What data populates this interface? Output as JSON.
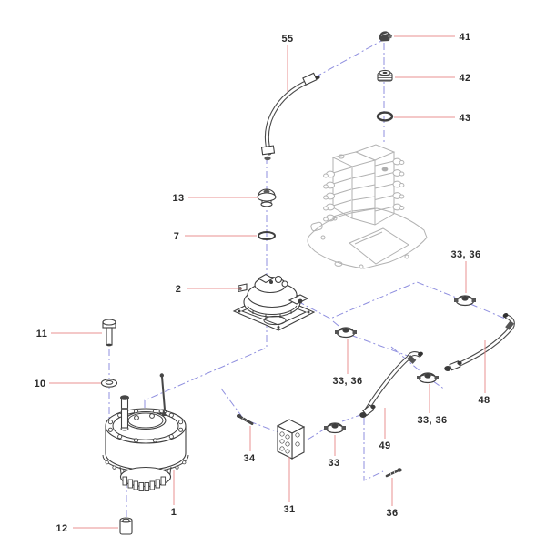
{
  "figure": {
    "background": "#ffffff"
  },
  "colors": {
    "bg": "#ffffff",
    "leader": "#e89090",
    "centerline": "#8f8fdf",
    "part": "#3f3f3f",
    "ghost": "#b2b2b2",
    "label": "#2b2b2b"
  },
  "callouts": {
    "c55": {
      "text": "55"
    },
    "c41": {
      "text": "41"
    },
    "c42": {
      "text": "42"
    },
    "c43": {
      "text": "43"
    },
    "c13": {
      "text": "13"
    },
    "c7": {
      "text": "7"
    },
    "c2": {
      "text": "2"
    },
    "c33_36_top": {
      "text": "33, 36"
    },
    "c11": {
      "text": "11"
    },
    "c10": {
      "text": "10"
    },
    "c33_36_mid": {
      "text": "33, 36"
    },
    "c48": {
      "text": "48"
    },
    "c33_36_low": {
      "text": "33, 36"
    },
    "c49": {
      "text": "49"
    },
    "c34": {
      "text": "34"
    },
    "c33": {
      "text": "33"
    },
    "c31": {
      "text": "31"
    },
    "c36": {
      "text": "36"
    },
    "c1": {
      "text": "1"
    },
    "c12": {
      "text": "12"
    }
  }
}
